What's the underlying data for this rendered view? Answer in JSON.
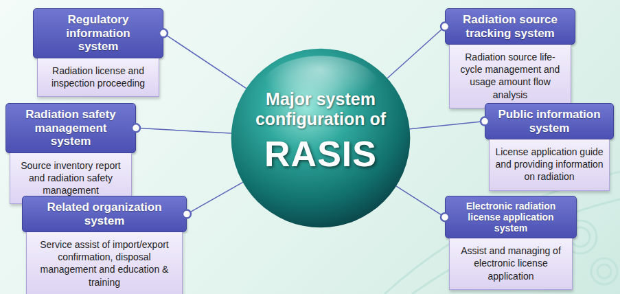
{
  "diagram": {
    "nodes": [
      {
        "text": [
          "Regulatory information system",
          "Radiation license and inspection proceeding"
        ]
      },
      {
        "text": [
          "Major system configuration of",
          "RASIS"
        ]
      },
      {
        "text": [
          "Radiation source tracking system",
          "Radiation source life-cycle management and usage amount flow analysis"
        ]
      },
      {
        "text": [
          "Radiation safety management system",
          "Source inventory report and radiation safety management"
        ]
      },
      {
        "text": [
          "Public information system",
          "License application guide and providing information on radiation"
        ]
      },
      {
        "text": [
          "Related organization system",
          "Service assist of import/export confirmation, disposal management and education & training"
        ]
      },
      {
        "text": [
          "Electronic radiation license application system",
          "Assist and managing of electronic license application"
        ]
      }
    ],
    "edges": [
      {
        "from": 0,
        "to": 1,
        "arrow": "none"
      },
      {
        "from": 2,
        "to": 1,
        "arrow": "none"
      },
      {
        "from": 3,
        "to": 1,
        "arrow": "none"
      },
      {
        "from": 4,
        "to": 1,
        "arrow": "none"
      },
      {
        "from": 5,
        "to": 1,
        "arrow": "none"
      },
      {
        "from": 6,
        "to": 1,
        "arrow": "none"
      }
    ]
  }
}
